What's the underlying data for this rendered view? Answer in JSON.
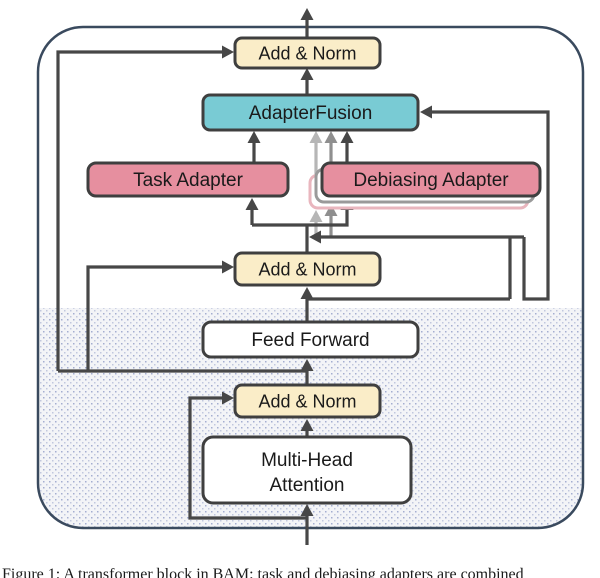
{
  "figure": {
    "blocks": {
      "add_norm_top": "Add & Norm",
      "adapter_fusion": "AdapterFusion",
      "task_adapter": "Task Adapter",
      "debiasing_adapter": "Debiasing Adapter",
      "add_norm_mid": "Add & Norm",
      "feed_forward": "Feed Forward",
      "add_norm_bottom": "Add & Norm",
      "mha_line1": "Multi-Head",
      "mha_line2": "Attention"
    },
    "caption": "Figure 1: A transformer block in BAM: task and debiasing adapters are combined",
    "colors": {
      "add_norm_fill": "#FAEDC8",
      "adapter_fusion_fill": "#79CBD4",
      "adapter_fill": "#E68F9F",
      "plain_box_fill": "#FFFFFF",
      "box_border": "#3F3F3F",
      "arrow_dark": "#474747",
      "arrow_gray": "#8F8F8F",
      "arrow_light_gray": "#B6B6B6",
      "outer_border": "#3A4A5E",
      "ghost_border_gray": "#9A9A9A",
      "ghost_border_pink": "#E9B6BE",
      "frozen_dot": "#96A2C9",
      "frozen_bg": "#F3F4F7"
    }
  }
}
